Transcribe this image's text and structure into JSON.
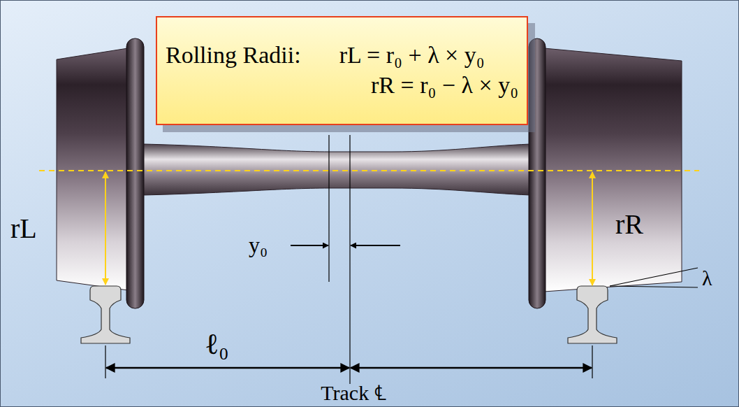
{
  "diagram": {
    "nodes": [
      {
        "text": [
          "Rolling Radii:",
          "rL = r₀ + λ × y₀",
          "rR = r₀ − λ × y₀"
        ]
      }
    ],
    "edges": [],
    "labels": [
      "rL",
      "rR",
      "y₀",
      "λ",
      "ℓ₀",
      "Track ℄"
    ]
  }
}
